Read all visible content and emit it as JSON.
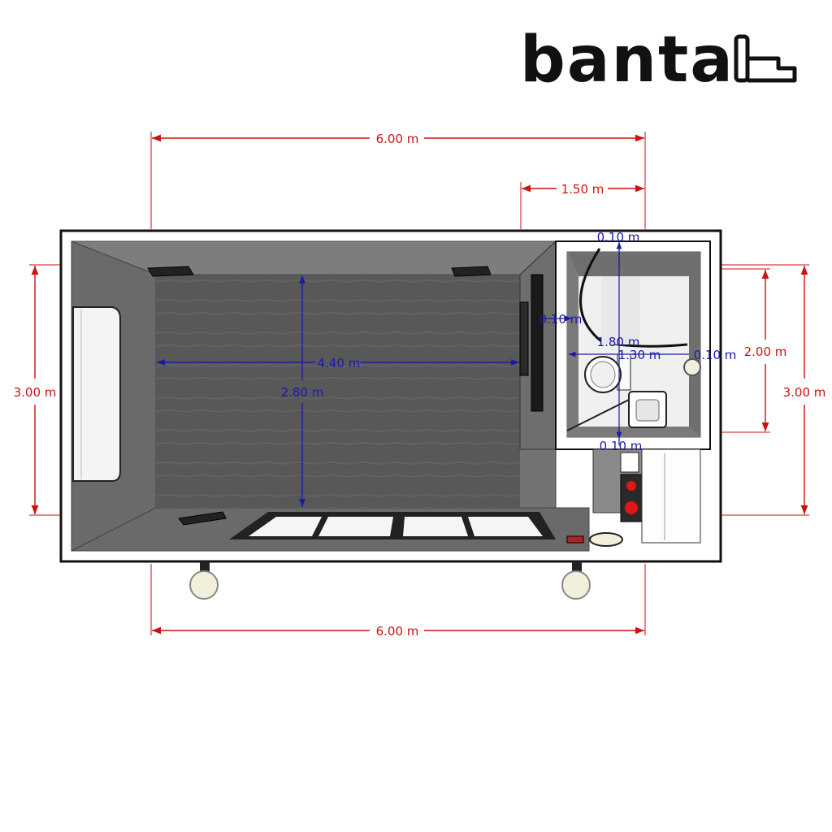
{
  "brand": {
    "name": "banta",
    "logo_icon": "banta-logo-icon"
  },
  "dimensions_red": {
    "top_overall": "6.00 m",
    "top_bathroom": "1.50 m",
    "left_depth": "3.00 m",
    "right_bathroom": "2.00 m",
    "right_depth": "3.00 m",
    "bottom_overall": "6.00 m"
  },
  "dimensions_blue": {
    "room_width": "4.40 m",
    "room_depth": "2.80 m",
    "bath_wall_top": "0.10 m",
    "partition_wall": "0.10 m",
    "bath_inner_depth": "1.80 m",
    "bath_inner_width": "1.30 m",
    "bath_wall_right": "0.10 m",
    "bath_wall_bottom": "0.10 m"
  },
  "colors": {
    "dimension_red": "#cc1111",
    "dimension_blue": "#1a1aa8",
    "floor": "#5b5b5b",
    "wall_interior": "#6e6e6e",
    "container_outline": "#111111",
    "hob_red": "#e01515"
  }
}
